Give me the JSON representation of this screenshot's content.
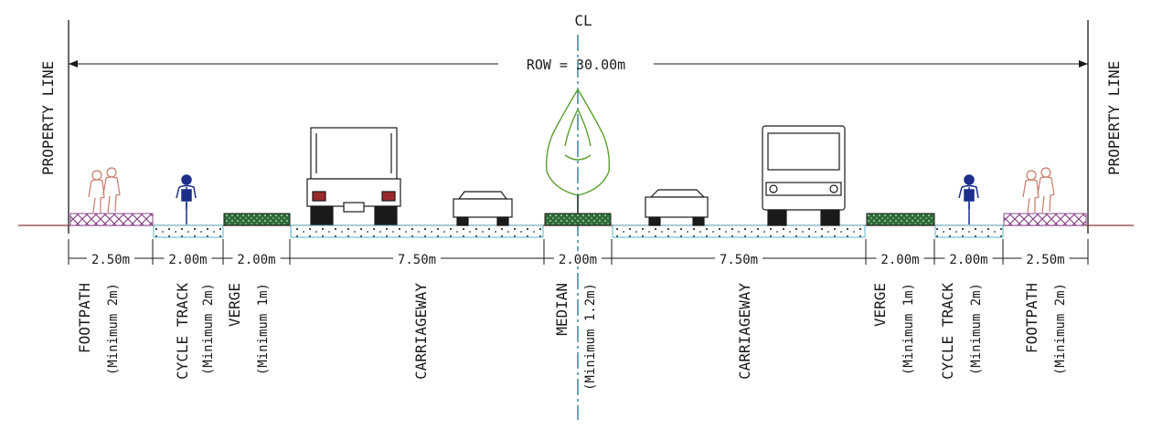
{
  "diagram": {
    "centerline_label": "CL",
    "property_line_label": "PROPERTY LINE",
    "row_label": "ROW = 30.00m",
    "colors": {
      "ink": "#1a1a1a",
      "ground_line": "#8b3a3a",
      "centerline": "#1f6f8b",
      "pavement": "#5bb5c9",
      "verge_fill": "#2e6b3a",
      "footpath_hatch": "#8a4a8a",
      "tree": "#5aa02c",
      "pedestrian": "#c97a6a",
      "cyclist": "#1b2f8a"
    },
    "segments": [
      {
        "dimension": "2.50m",
        "name": "FOOTPATH",
        "note": "(Minimum 2m)"
      },
      {
        "dimension": "2.00m",
        "name": "CYCLE TRACK",
        "note": "(Minimum 2m)"
      },
      {
        "dimension": "2.00m",
        "name": "VERGE",
        "note": "(Minimum 1m)"
      },
      {
        "dimension": "7.50m",
        "name": "CARRIAGEWAY",
        "note": ""
      },
      {
        "dimension": "2.00m",
        "name": "MEDIAN",
        "note": "(Minimum 1.2m)"
      },
      {
        "dimension": "7.50m",
        "name": "CARRIAGEWAY",
        "note": ""
      },
      {
        "dimension": "2.00m",
        "name": "VERGE",
        "note": "(Minimum 1m)"
      },
      {
        "dimension": "2.00m",
        "name": "CYCLE TRACK",
        "note": "(Minimum 2m)"
      },
      {
        "dimension": "2.50m",
        "name": "FOOTPATH",
        "note": "(Minimum 2m)"
      }
    ],
    "icons": [
      "pedestrian-icon",
      "cyclist-icon",
      "truck-icon",
      "car-icon",
      "tree-icon",
      "car-icon",
      "bus-icon",
      "cyclist-icon",
      "pedestrian-icon"
    ]
  }
}
